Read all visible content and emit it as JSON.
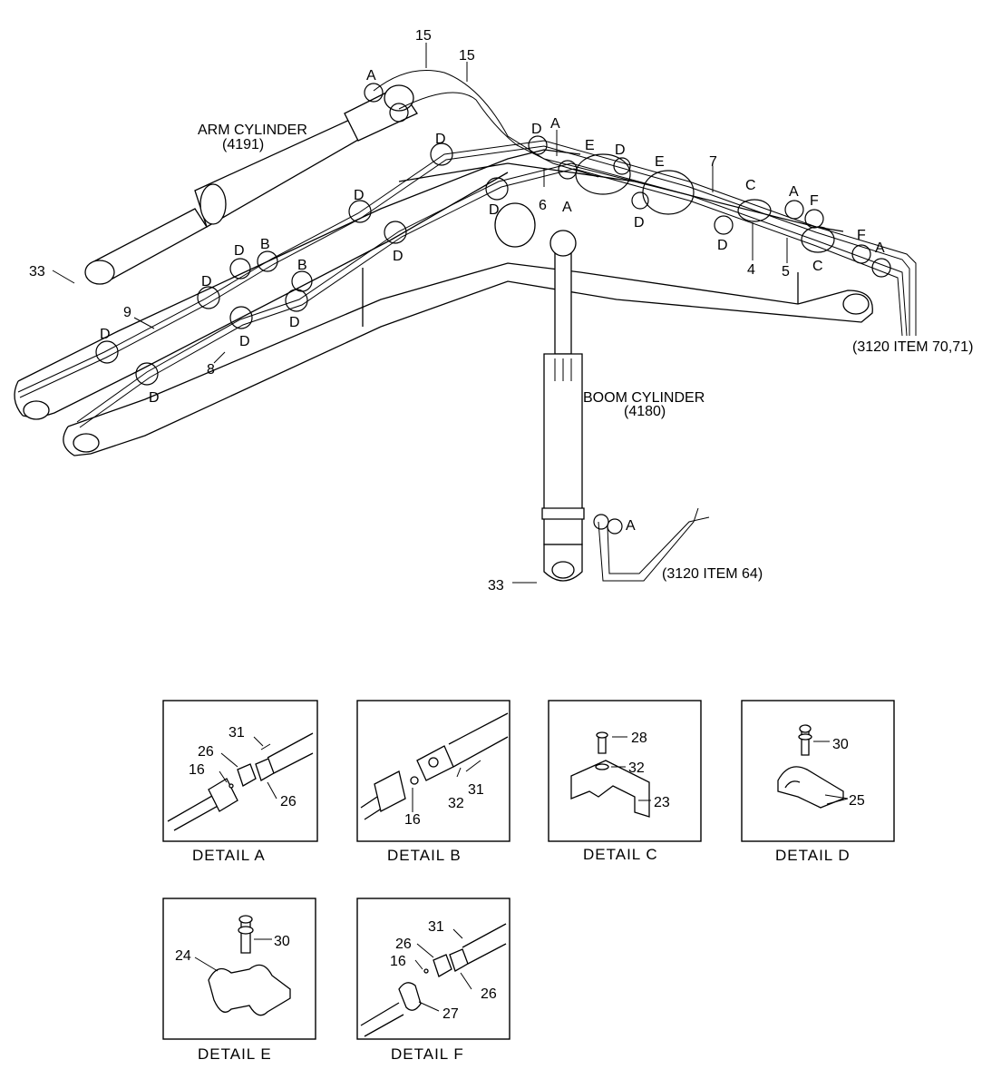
{
  "main_labels": {
    "arm_cylinder": "ARM CYLINDER",
    "arm_cylinder_code": "(4191)",
    "boom_cylinder": "BOOM CYLINDER",
    "boom_cylinder_code": "(4180)",
    "ref_top": "(3120 ITEM 70,71)",
    "ref_bottom": "(3120 ITEM 64)"
  },
  "callouts": {
    "n15": "15",
    "n33": "33",
    "n9": "9",
    "n8": "8",
    "n6": "6",
    "n7": "7",
    "n4": "4",
    "n5": "5",
    "A": "A",
    "B": "B",
    "C": "C",
    "D": "D",
    "E": "E",
    "F": "F"
  },
  "details": {
    "a": {
      "caption": "DETAIL  A",
      "p31": "31",
      "p26": "26",
      "p16": "16"
    },
    "b": {
      "caption": "DETAIL  B",
      "p16": "16",
      "p32": "32",
      "p31": "31"
    },
    "c": {
      "caption": "DETAIL  C",
      "p28": "28",
      "p32": "32",
      "p23": "23"
    },
    "d": {
      "caption": "DETAIL  D",
      "p30": "30",
      "p25": "25"
    },
    "e": {
      "caption": "DETAIL  E",
      "p24": "24",
      "p30": "30"
    },
    "f": {
      "caption": "DETAIL  F",
      "p31": "31",
      "p26": "26",
      "p16": "16",
      "p27": "27"
    }
  }
}
